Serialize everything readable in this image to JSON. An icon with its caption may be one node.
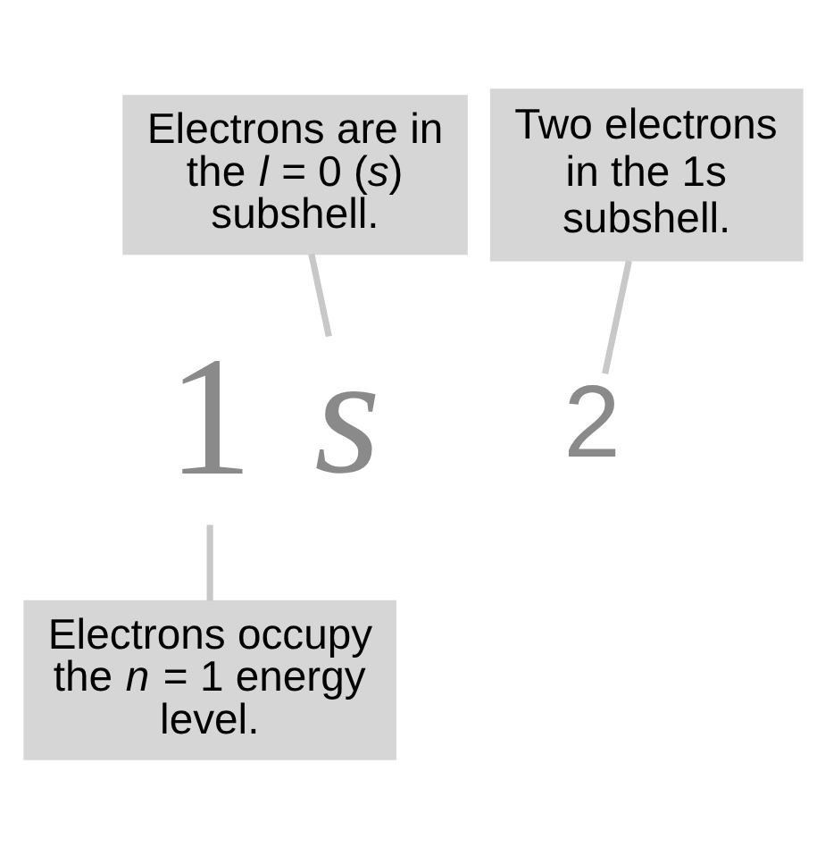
{
  "diagram": {
    "nodes": [
      {
        "text": [
          "Electrons are in the *l* = 0 (*s*) subshell."
        ]
      },
      {
        "text": [
          "Two electrons in the 1s subshell."
        ]
      },
      {
        "text": [
          "1"
        ]
      },
      {
        "text": [
          "s"
        ]
      },
      {
        "text": [
          "2"
        ]
      },
      {
        "text": [
          "Electrons occupy the *n* = 1 energy level."
        ]
      }
    ],
    "edges": [
      {
        "from": 0,
        "to": 3,
        "arrow": "none"
      },
      {
        "from": 1,
        "to": 4,
        "arrow": "none"
      },
      {
        "from": 5,
        "to": 2,
        "arrow": "none"
      }
    ]
  }
}
